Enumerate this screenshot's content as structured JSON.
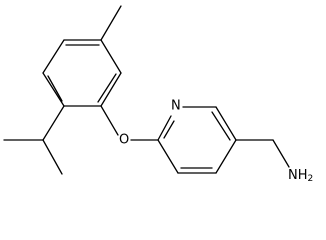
{
  "molecule": {
    "atoms": {
      "nitrogen": "N",
      "oxygen": "O",
      "amine": "NH",
      "amine_subscript": "2"
    }
  }
}
